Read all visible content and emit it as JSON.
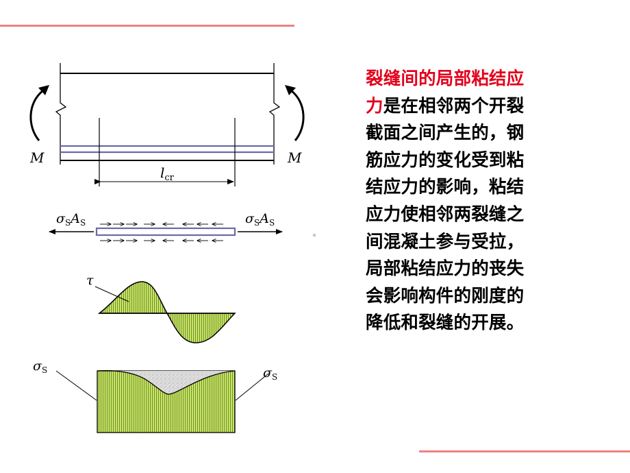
{
  "diagram": {
    "moment_label": "M",
    "crack_spacing_label": "l",
    "crack_spacing_sub": "cr",
    "steel_force_sigma": "σ",
    "steel_force_sub1": "S",
    "steel_force_A": "A",
    "steel_force_sub2": "S",
    "bond_stress_label": "τ",
    "steel_stress_label": "σ",
    "steel_stress_sub": "S"
  },
  "text": {
    "line1": "裂缝间的局部粘结应",
    "line2_red": "力",
    "line2_rest": "是在相邻两个开裂",
    "line3": "截面之间产生的，钢",
    "line4": "筋应力的变化受到粘",
    "line5": "结应力的影响，粘结",
    "line6": "应力使相邻两裂缝之",
    "line7": "间混凝土参与受拉，",
    "line8": "局部粘结应力的丧失",
    "line9": "会影响构件的刚度的",
    "line10": "降低和裂缝的开展。"
  },
  "colors": {
    "accent_rule": "#f08080",
    "highlight_text": "#e3001b",
    "rebar": "#6a6aa8",
    "fill_green": "#c6e36a",
    "fill_grey": "#d8d8d8"
  }
}
